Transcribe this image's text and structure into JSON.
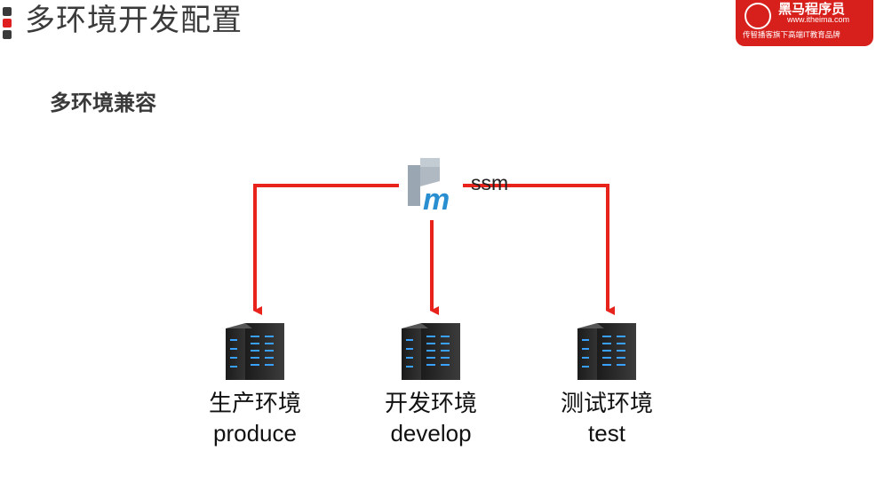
{
  "header": {
    "title": "多环境开发配置",
    "subtitle": "多环境兼容"
  },
  "logo": {
    "brand": "黑马程序员",
    "url": "www.itheima.com",
    "tagline": "传智播客旗下高端IT教育品牌"
  },
  "diagram": {
    "source_label": "ssm",
    "arrow_color": "#e8231c",
    "environments": [
      {
        "name_cn": "生产环境",
        "name_en": "produce"
      },
      {
        "name_cn": "开发环境",
        "name_en": "develop"
      },
      {
        "name_cn": "测试环境",
        "name_en": "test"
      }
    ]
  }
}
